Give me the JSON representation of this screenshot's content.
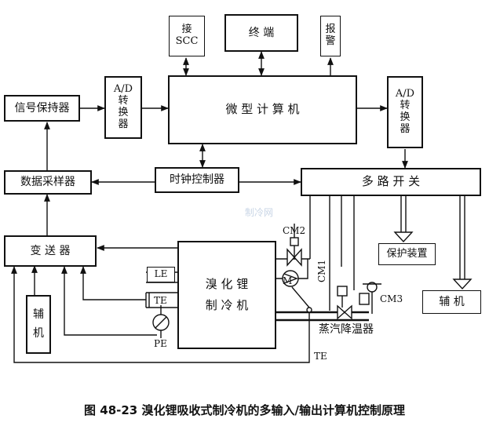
{
  "blocks": {
    "scc": "接\nSCC",
    "terminal": "终 端",
    "alarm": "报\n警",
    "signal_hold": "信号保持器",
    "ad_left": "A/D\n转\n换\n器",
    "microcomputer": "微 型 计 算 机",
    "ad_right": "A/D\n转\n换\n器",
    "data_sampler": "数据采样器",
    "clock_ctrl": "时钟控制器",
    "multi_switch": "多 路 开 关",
    "transmitter": "变 送 器",
    "chiller": "溴 化 锂\n制 冷 机",
    "protection": "保护装置",
    "aux_left": "辅\n机",
    "aux_right": "辅 机",
    "desuperheater": "蒸汽降温器"
  },
  "labels": {
    "cm2": "CM2",
    "cm1": "CM1",
    "cm3": "CM3",
    "m": "M",
    "le": "LE",
    "te_inner": "TE",
    "pe": "PE",
    "te_bottom": "TE"
  },
  "caption": "图 48-23   溴化锂吸收式制冷机的多输入/输出计算机控制原理",
  "watermark": "制冷网"
}
